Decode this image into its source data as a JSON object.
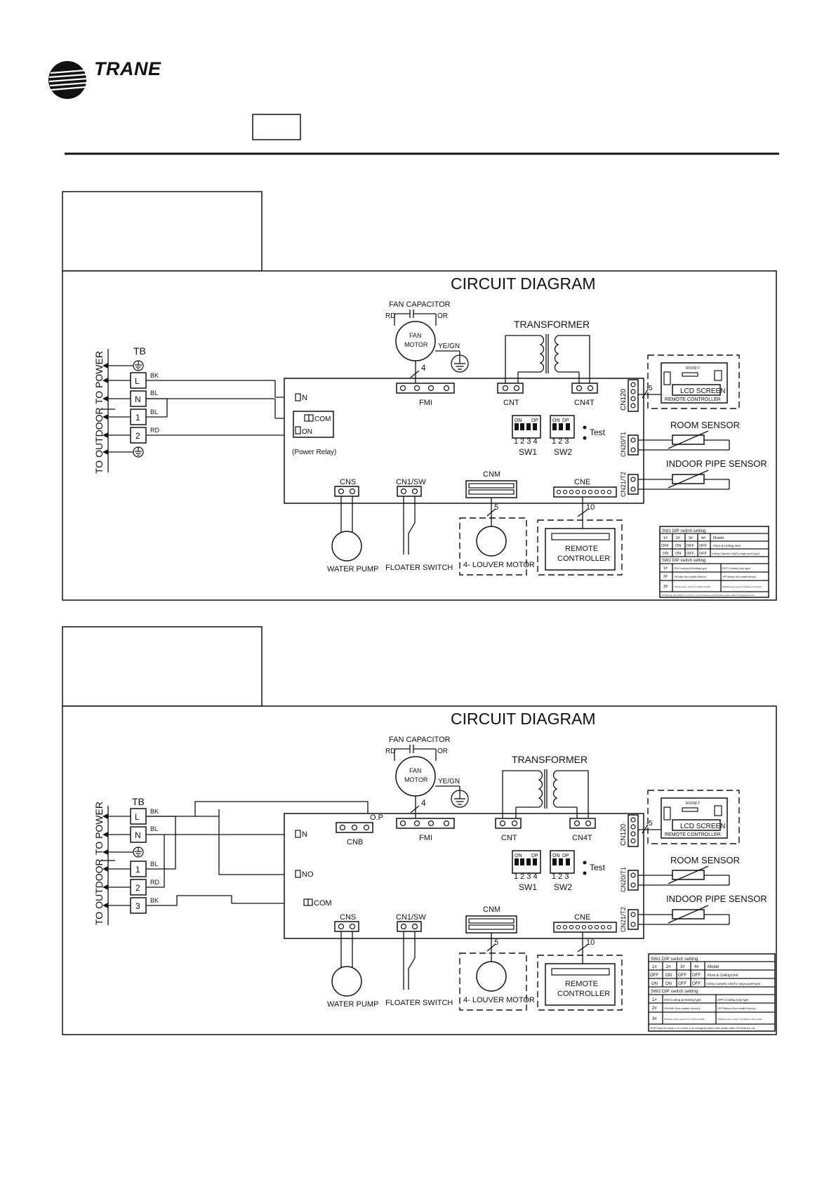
{
  "brand": {
    "name": "TRANE"
  },
  "diagram1": {
    "title": "CIRCUIT DIAGRAM",
    "tb": "TB",
    "to_power": "TO POWER",
    "to_outdoor": "TO OUTDOOR",
    "terminals": [
      "L",
      "N",
      "1",
      "2"
    ],
    "wires": {
      "bk": "BK",
      "bl": "BL",
      "rd": "RD"
    },
    "fan_capacitor": "FAN CAPACITOR",
    "rd": "RD",
    "or": "OR",
    "fan_motor": [
      "FAN",
      "MOTOR"
    ],
    "ye_gn": "YE/GN",
    "transformer": "TRANSFORMER",
    "fmi_count": "4",
    "connectors": {
      "fmi": "FMI",
      "cnt": "CNT",
      "cn4t": "CN4T",
      "cns": "CNS",
      "cn1sw": "CN1/SW",
      "cnm": "CNM",
      "cne": "CNE"
    },
    "relay": {
      "n": "N",
      "com": "COM",
      "on": "ON",
      "label": "(Power Relay)"
    },
    "sw1": {
      "on": "ON",
      "dp": "DP",
      "nums": "1 2 3 4",
      "label": "SW1"
    },
    "sw2": {
      "on": "ON",
      "dp": "DP",
      "nums": "1 2 3",
      "label": "SW2"
    },
    "test": "Test",
    "cn120": "CN120",
    "cn20t1": "CN20/T1",
    "cn21t2": "CN21/T2",
    "pin5": "5",
    "room_t": "ROOM-T",
    "lcd_screen": "LCD SCREEN",
    "remote_controller_small": "REMOTE CONTROLLER",
    "room_sensor": "ROOM SENSOR",
    "indoor_pipe_sensor": "INDOOR PIPE SENSOR",
    "cnm_count": "5",
    "cne_count": "10",
    "water_pump": "WATER PUMP",
    "floater_switch": "FLOATER  SWITCH",
    "louver_motor": "4- LOUVER MOTOR",
    "remote_controller": [
      "REMOTE",
      "CONTROLLER"
    ],
    "table": {
      "sw1_title": "SW1 DIP switch setting",
      "sw1_rows": [
        [
          "1#",
          "2#",
          "3#",
          "4#",
          "Model"
        ],
        [
          "OFF",
          "ON",
          "OFF",
          "OFF",
          "Floor & Ceiling Unit"
        ],
        [
          "ON",
          "ON",
          "OFF",
          "OFF",
          "Ceiling Cassette Unit(For large panel type)"
        ]
      ],
      "sw2_title": "SW2 DIP switch setting",
      "sw2_rows": [
        [
          "1#",
          "ON:Cooling &Heating type",
          "OFF:Cooling only type"
        ],
        [
          "2#",
          "ON:With Non-volatile Memory",
          "OFF:Without Non-volatile Memory"
        ],
        [
          "3#",
          "ON:Room temp. sensor T1 for Wire controller",
          "OFF:Room temp. sensor T1 for Electric control panel"
        ]
      ],
      "note": "NOTE:Keep the switch is on current, in an emergency switch when please switch ON inside the unit"
    }
  },
  "diagram2": {
    "title": "CIRCUIT DIAGRAM",
    "tb": "TB",
    "to_power": "TO POWER",
    "to_outdoor": "TO OUTDOOR",
    "terminals": [
      "L",
      "N",
      "1",
      "2",
      "3"
    ],
    "wires": {
      "bk": "BK",
      "bl": "BL",
      "rd": "RD"
    },
    "fan_capacitor": "FAN CAPACITOR",
    "rd": "RD",
    "or": "OR",
    "fan_motor": [
      "FAN",
      "MOTOR"
    ],
    "ye_gn": "YE/GN",
    "transformer": "TRANSFORMER",
    "fmi_count": "4",
    "op": "O.P",
    "connectors": {
      "cnb": "CNB",
      "fmi": "FMI",
      "cnt": "CNT",
      "cn4t": "CN4T",
      "cns": "CNS",
      "cn1sw": "CN1/SW",
      "cnm": "CNM",
      "cne": "CNE"
    },
    "relay": {
      "n": "N",
      "no": "NO",
      "com": "COM"
    },
    "sw1": {
      "on": "ON",
      "dp": "DP",
      "nums": "1 2 3 4",
      "label": "SW1"
    },
    "sw2": {
      "on": "ON",
      "dp": "DP",
      "nums": "1 2 3",
      "label": "SW2"
    },
    "test": "Test",
    "cn120": "CN120",
    "cn20t1": "CN20/T1",
    "cn21t2": "CN21/T2",
    "pin5": "5",
    "room_t": "ROOM-T",
    "lcd_screen": "LCD SCREEN",
    "remote_controller_small": "REMOTE CONTROLLER",
    "room_sensor": "ROOM SENSOR",
    "indoor_pipe_sensor": "INDOOR PIPE SENSOR",
    "cnm_count": "5",
    "cne_count": "10",
    "water_pump": "WATER PUMP",
    "floater_switch": "FLOATER  SWITCH",
    "louver_motor": "4- LOUVER MOTOR",
    "remote_controller": [
      "REMOTE",
      "CONTROLLER"
    ],
    "table": {
      "sw1_title": "SW1 DIP switch setting",
      "sw1_rows": [
        [
          "1#",
          "2#",
          "3#",
          "4#",
          "Model"
        ],
        [
          "OFF",
          "ON",
          "OFF",
          "OFF",
          "Floor & Ceiling Unit"
        ],
        [
          "ON",
          "ON",
          "OFF",
          "OFF",
          "Ceiling Cassette Unit(For large panel type)"
        ]
      ],
      "sw2_title": "SW2 DIP switch setting",
      "sw2_rows": [
        [
          "1#",
          "ON:Cooling &Heating type",
          "OFF:Cooling only type"
        ],
        [
          "2#",
          "ON:With Non-volatile Memory",
          "OFF:Without Non-volatile Memory"
        ],
        [
          "3#",
          "ON:Room temp. sensor T1 for Wire controller",
          "OFF:Room temp. sensor T1 for Electric control panel"
        ]
      ],
      "note": "NOTE:Keep the switch is on current, in an emergency switch when please switch ON inside the unit"
    }
  }
}
